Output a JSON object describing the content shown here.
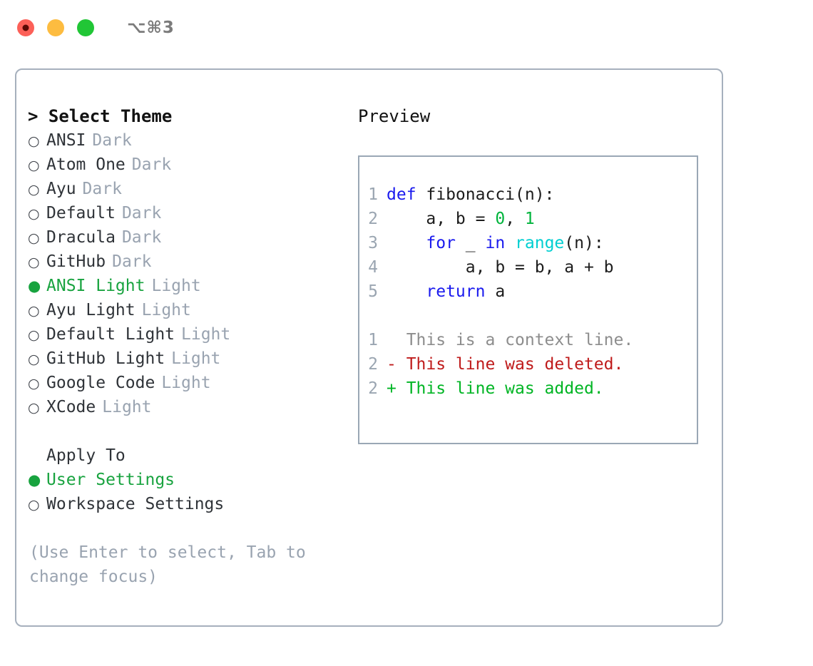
{
  "titlebar": {
    "shortcut": "⌥⌘3",
    "lights": [
      {
        "name": "close",
        "color": "#fc6058"
      },
      {
        "name": "minimize",
        "color": "#fdbc40"
      },
      {
        "name": "maximize",
        "color": "#21c636"
      }
    ]
  },
  "left": {
    "prompt": "> ",
    "title": "Select Theme",
    "themes": [
      {
        "bullet": "○",
        "name": "ANSI",
        "kind": "Dark",
        "selected": false
      },
      {
        "bullet": "○",
        "name": "Atom One",
        "kind": "Dark",
        "selected": false
      },
      {
        "bullet": "○",
        "name": "Ayu",
        "kind": "Dark",
        "selected": false
      },
      {
        "bullet": "○",
        "name": "Default",
        "kind": "Dark",
        "selected": false
      },
      {
        "bullet": "○",
        "name": "Dracula",
        "kind": "Dark",
        "selected": false
      },
      {
        "bullet": "○",
        "name": "GitHub",
        "kind": "Dark",
        "selected": false
      },
      {
        "bullet": "●",
        "name": "ANSI Light",
        "kind": "Light",
        "selected": true
      },
      {
        "bullet": "○",
        "name": "Ayu Light",
        "kind": "Light",
        "selected": false
      },
      {
        "bullet": "○",
        "name": "Default Light",
        "kind": "Light",
        "selected": false
      },
      {
        "bullet": "○",
        "name": "GitHub Light",
        "kind": "Light",
        "selected": false
      },
      {
        "bullet": "○",
        "name": "Google Code",
        "kind": "Light",
        "selected": false
      },
      {
        "bullet": "○",
        "name": "XCode",
        "kind": "Light",
        "selected": false
      }
    ],
    "apply_to_label": "Apply To",
    "apply_to_options": [
      {
        "bullet": "●",
        "name": "User Settings",
        "selected": true
      },
      {
        "bullet": "○",
        "name": "Workspace Settings",
        "selected": false
      }
    ],
    "hint": "(Use Enter to select, Tab to change focus)"
  },
  "preview": {
    "title": "Preview",
    "code": [
      {
        "num": "1",
        "tokens": [
          {
            "t": "def",
            "c": "kw"
          },
          {
            "t": " fibonacci(n):",
            "c": "txt"
          }
        ]
      },
      {
        "num": "2",
        "tokens": [
          {
            "t": "    a, b = ",
            "c": "txt"
          },
          {
            "t": "0",
            "c": "num"
          },
          {
            "t": ", ",
            "c": "txt"
          },
          {
            "t": "1",
            "c": "num"
          }
        ]
      },
      {
        "num": "3",
        "tokens": [
          {
            "t": "    ",
            "c": "txt"
          },
          {
            "t": "for",
            "c": "kw"
          },
          {
            "t": " _ ",
            "c": "txt"
          },
          {
            "t": "in",
            "c": "kw"
          },
          {
            "t": " ",
            "c": "txt"
          },
          {
            "t": "range",
            "c": "fn"
          },
          {
            "t": "(n):",
            "c": "txt"
          }
        ]
      },
      {
        "num": "4",
        "tokens": [
          {
            "t": "        a, b = b, a + b",
            "c": "txt"
          }
        ]
      },
      {
        "num": "5",
        "tokens": [
          {
            "t": "    ",
            "c": "txt"
          },
          {
            "t": "return",
            "c": "kw"
          },
          {
            "t": " a",
            "c": "txt"
          }
        ]
      }
    ],
    "diff": [
      {
        "num": "1",
        "marker": " ",
        "text": "  This is a context line.",
        "kind": "ctx"
      },
      {
        "num": "2",
        "marker": "-",
        "text": "- This line was deleted.",
        "kind": "del"
      },
      {
        "num": "2",
        "marker": "+",
        "text": "+ This line was added.",
        "kind": "add"
      }
    ]
  },
  "colors": {
    "accent_green": "#18a33f",
    "muted": "#99a3b0",
    "border": "#a6b0bd",
    "keyword_blue": "#1a1aee",
    "function_cyan": "#00cfd1",
    "number_green": "#00b43c",
    "diff_delete_red": "#bf1b1b",
    "diff_add_green": "#00b524"
  }
}
